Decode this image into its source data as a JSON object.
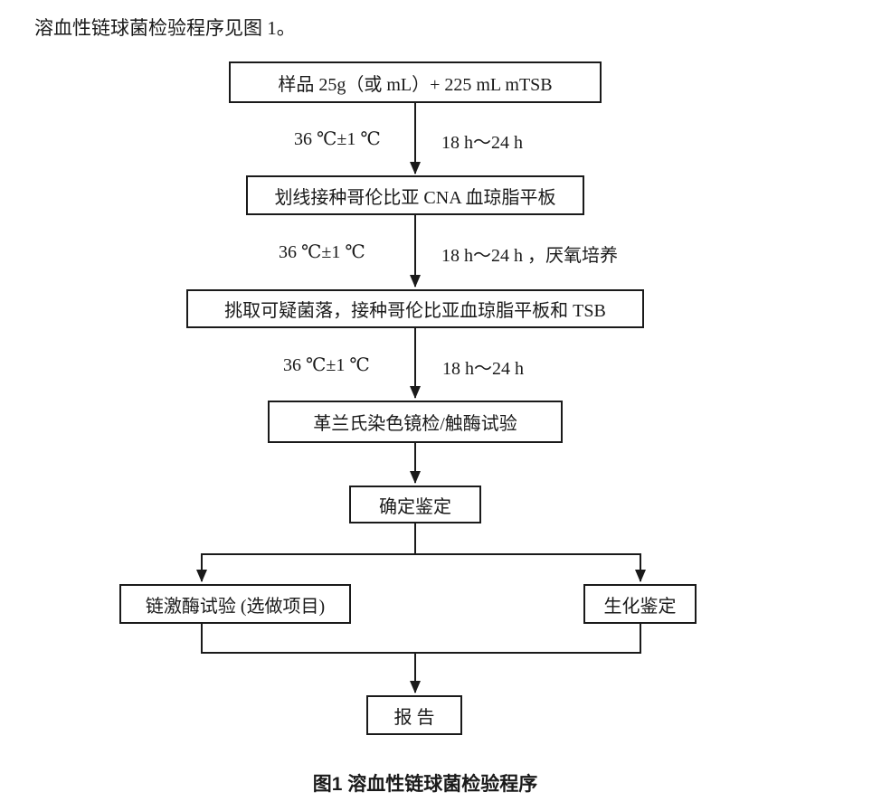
{
  "page": {
    "intro_text": "溶血性链球菌检验程序见图 1。",
    "figure_caption": "图1 溶血性链球菌检验程序",
    "background_color": "#ffffff",
    "line_color": "#1a1a1a"
  },
  "flowchart": {
    "nodes": {
      "sample": "样品 25g（或 mL）+ 225 mL mTSB",
      "streak": "划线接种哥伦比亚 CNA 血琼脂平板",
      "pick": "挑取可疑菌落，接种哥伦比亚血琼脂平板和 TSB",
      "gram": "革兰氏染色镜检/触酶试验",
      "confirm": "确定鉴定",
      "streptokinase": "链激酶试验 (选做项目)",
      "biochemical": "生化鉴定",
      "report": "报 告"
    },
    "edge_labels": {
      "step1_left": "36 ℃±1 ℃",
      "step1_right": "18 h～24 h",
      "step2_left": "36 ℃±1 ℃",
      "step2_right": "18 h～24 h ，厌氧培养",
      "step3_left": "36 ℃±1 ℃",
      "step3_right": "18 h～24 h"
    }
  }
}
